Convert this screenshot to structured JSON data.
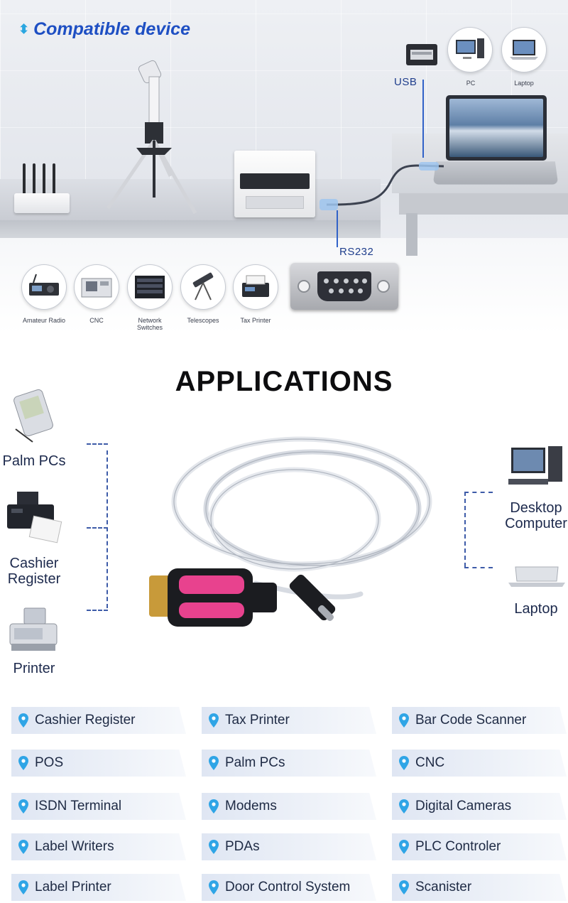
{
  "hero": {
    "title": "Compatible device",
    "usb_label": "USB",
    "rs232_label": "RS232",
    "target_devices": [
      {
        "label": "PC",
        "icon": "desktop-pc-icon"
      },
      {
        "label": "Laptop",
        "icon": "laptop-icon"
      }
    ],
    "devices": [
      {
        "label": "Amateur Radio",
        "icon": "radio-icon"
      },
      {
        "label": "CNC",
        "icon": "cnc-machine-icon"
      },
      {
        "label": "Network Switches",
        "icon": "network-switch-icon"
      },
      {
        "label": "Telescopes",
        "icon": "telescope-icon"
      },
      {
        "label": "Tax Printer",
        "icon": "tax-printer-icon"
      }
    ]
  },
  "applications": {
    "title": "APPLICATIONS",
    "left": [
      {
        "label": "Palm PCs",
        "icon": "palm-pc-icon"
      },
      {
        "label": "Cashier Register",
        "icon": "printer-icon"
      },
      {
        "label": "Printer",
        "icon": "cash-register-icon"
      }
    ],
    "right": [
      {
        "label": "Desktop Computer",
        "icon": "desktop-computer-icon"
      },
      {
        "label": "Laptop",
        "icon": "laptop-icon"
      }
    ]
  },
  "tags": [
    "Cashier Register",
    "Tax Printer",
    "Bar Code Scanner",
    "POS",
    "Palm PCs",
    "CNC",
    "ISDN Terminal",
    "Modems",
    "Digital Cameras",
    "Label Writers",
    "PDAs",
    "PLC Controler",
    "Label Printer",
    "Door Control System",
    "Scanister"
  ],
  "colors": {
    "accent_blue": "#1e4fc3",
    "connector_pink": "#e8428e",
    "tag_pin": "#2fa5e6"
  }
}
